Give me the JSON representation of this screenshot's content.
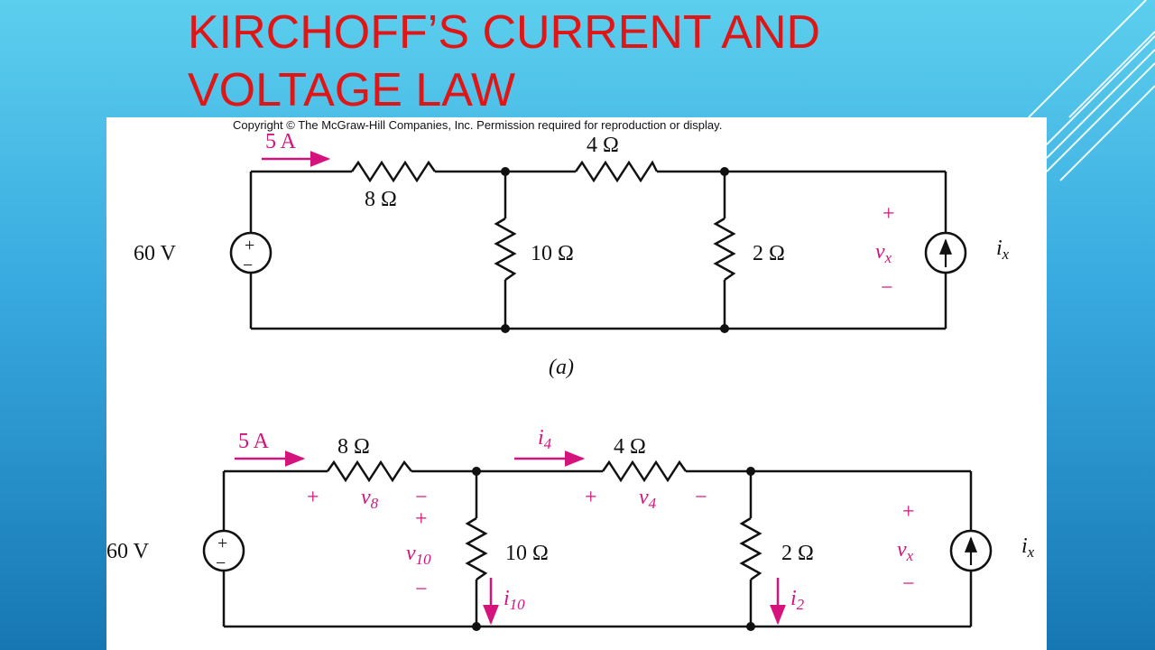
{
  "slide": {
    "title_line1": "KIRCHOFF’S CURRENT AND",
    "title_line2": "VOLTAGE LAW",
    "title_color": "#e01616"
  },
  "figure": {
    "copyright": "Copyright © The McGraw-Hill Companies, Inc. Permission required for reproduction or display.",
    "accent_color": "#d4147c",
    "circuit_a": {
      "current_label": "5 A",
      "r8_label": "8 Ω",
      "r4_label": "4 Ω",
      "r10_label": "10 Ω",
      "r2_label": "2 Ω",
      "source_label": "60 V",
      "source_plus": "+",
      "source_minus": "−",
      "vx_plus": "+",
      "vx_label": "v",
      "vx_sub": "x",
      "vx_minus": "−",
      "ix_label": "i",
      "ix_sub": "x",
      "caption": "(a)"
    },
    "circuit_b": {
      "current_label": "5 A",
      "r8_label": "8 Ω",
      "r4_label": "4 Ω",
      "r10_label": "10 Ω",
      "r2_label": "2 Ω",
      "source_label": "60 V",
      "source_plus": "+",
      "source_minus": "−",
      "i4_label": "i",
      "i4_sub": "4",
      "v8_plus": "+",
      "v8_label": "v",
      "v8_sub": "8",
      "v8_minus": "−",
      "v4_plus": "+",
      "v4_label": "v",
      "v4_sub": "4",
      "v4_minus": "−",
      "v10_plus": "+",
      "v10_label": "v",
      "v10_sub": "10",
      "v10_minus": "−",
      "i10_label": "i",
      "i10_sub": "10",
      "i2_label": "i",
      "i2_sub": "2",
      "vx_plus": "+",
      "vx_label": "v",
      "vx_sub": "x",
      "vx_minus": "−",
      "ix_label": "i",
      "ix_sub": "x"
    }
  }
}
